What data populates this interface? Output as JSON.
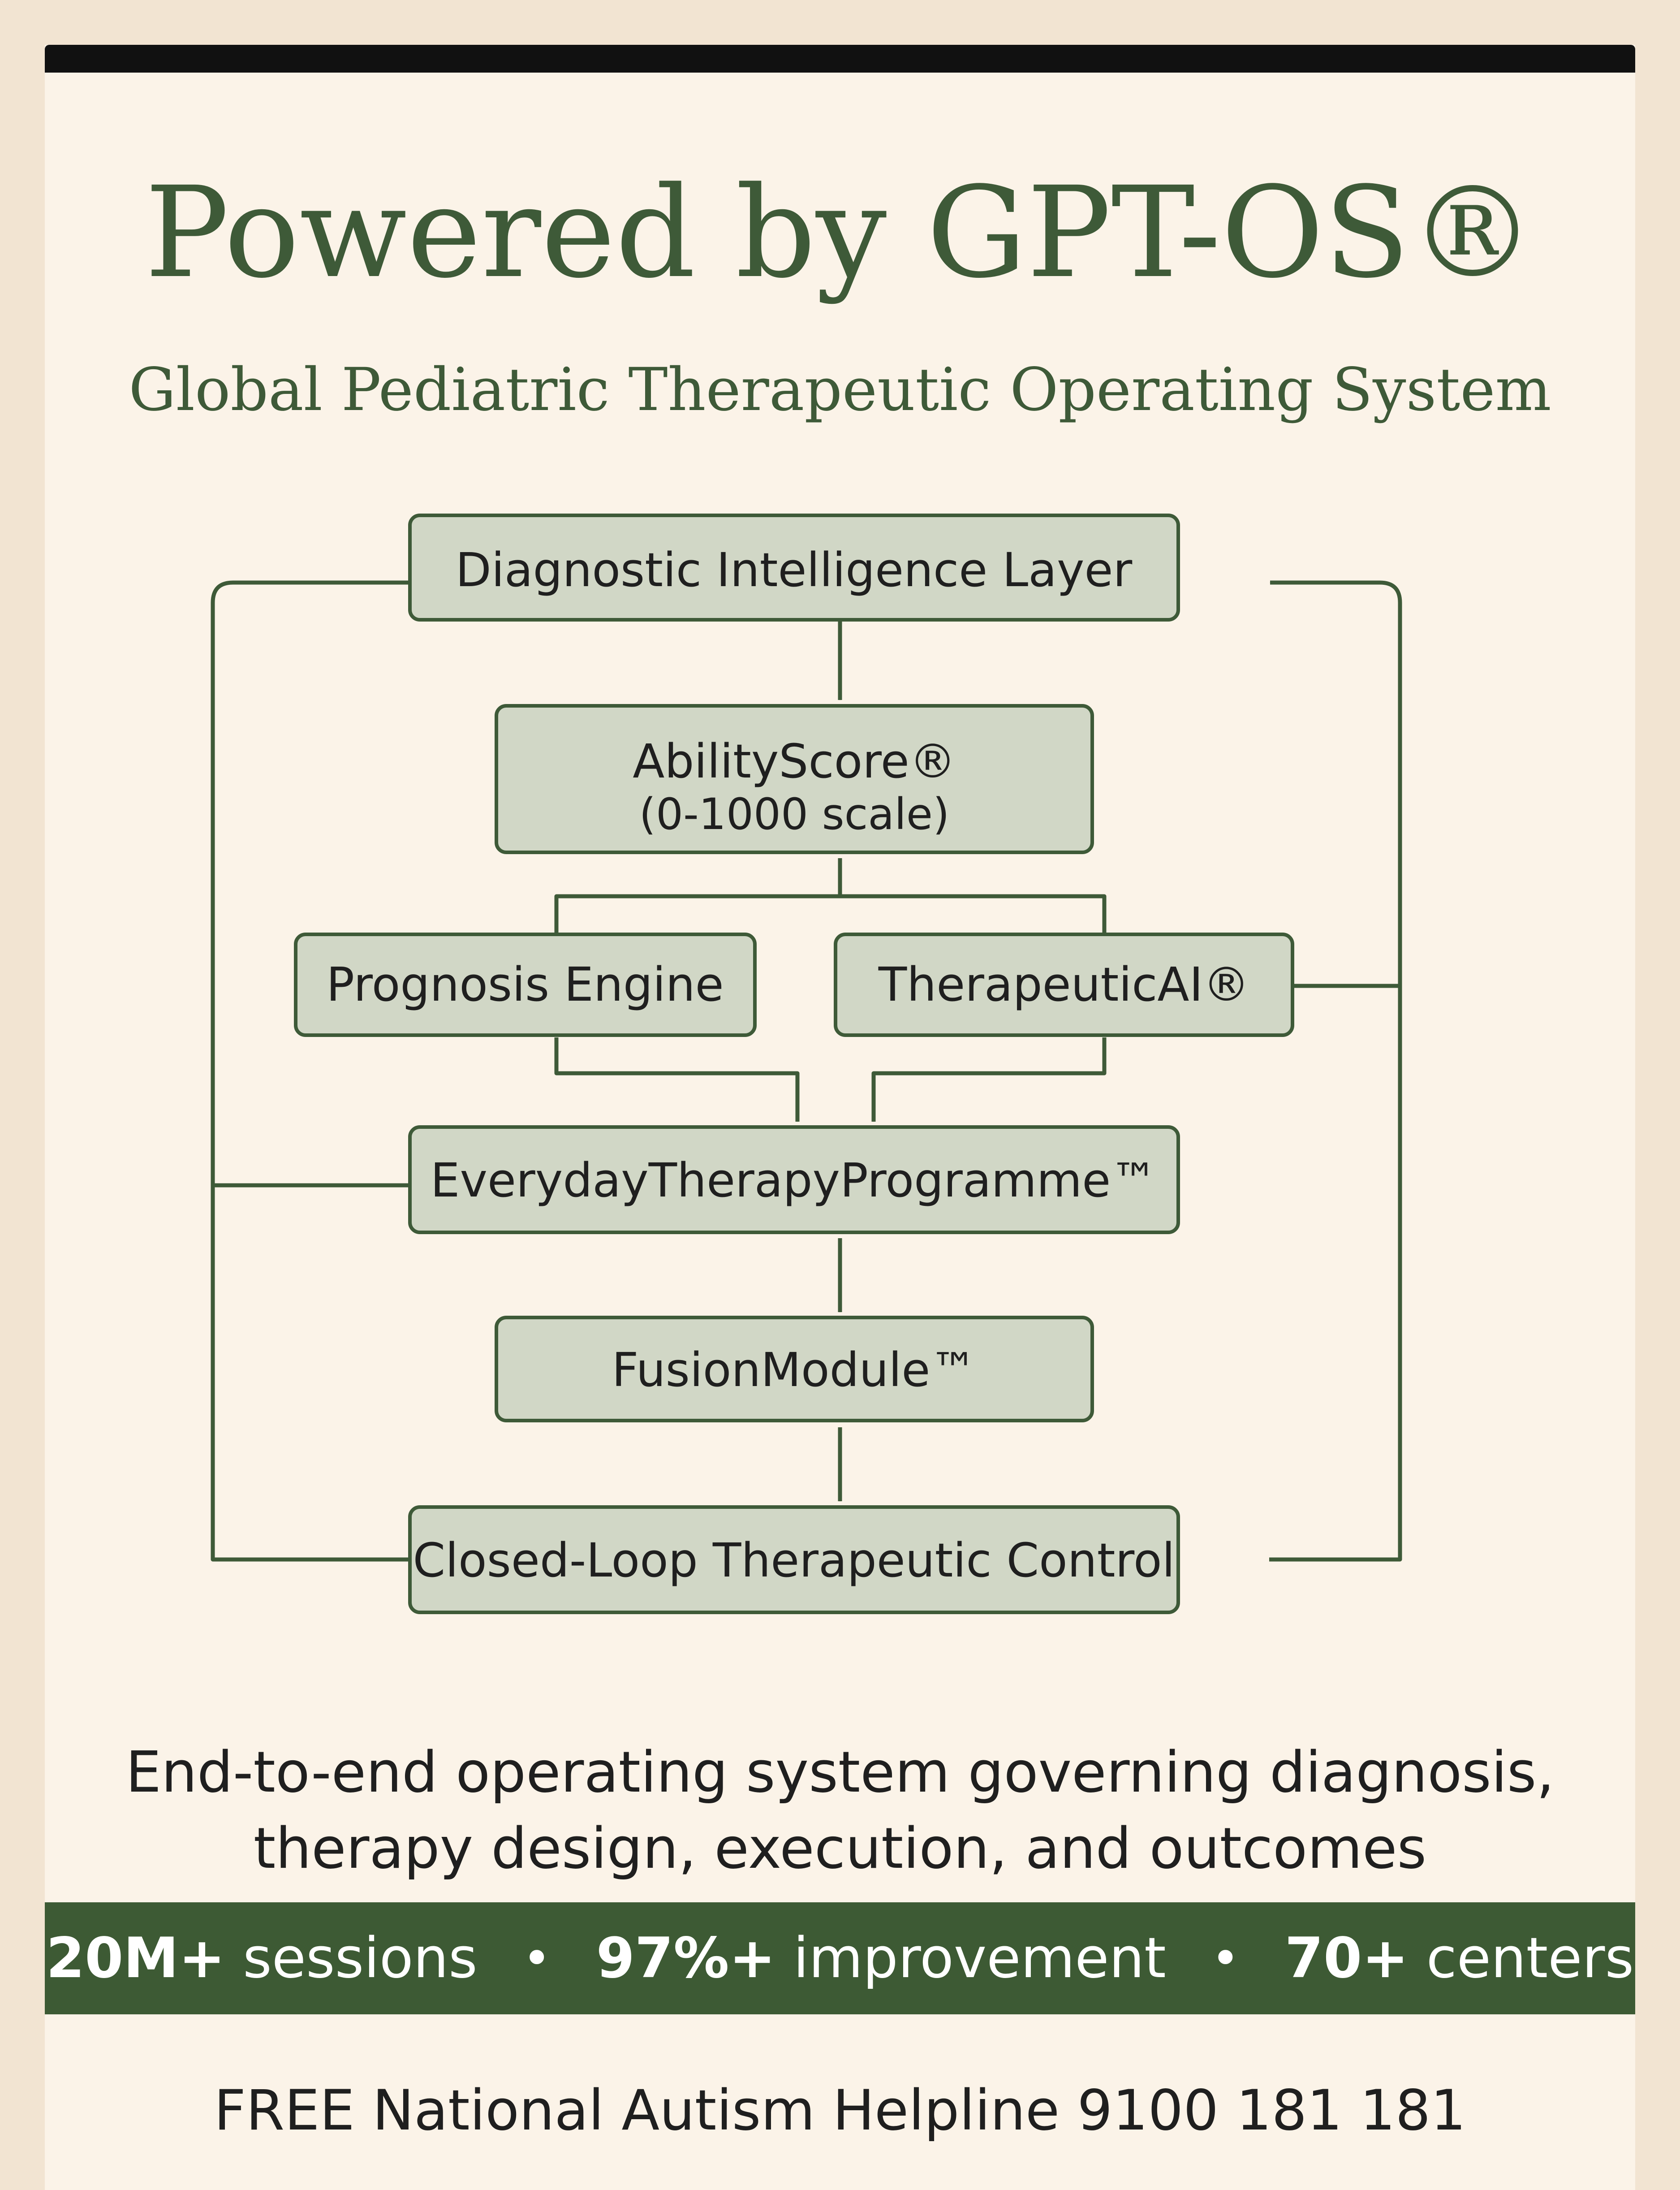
{
  "header": {
    "title": "Powered by GPT-OS®",
    "subtitle": "Global Pediatric Therapeutic Operating System"
  },
  "diagram": {
    "nodes": {
      "diagnostic_layer": "Diagnostic Intelligence Layer",
      "ability_score": "AbilityScore®",
      "ability_score_scale": "(0-1000 scale)",
      "prognosis_engine": "Prognosis Engine",
      "therapeutic_ai": "TherapeuticAI®",
      "everyday_programme": "EverydayTherapyProgramme™",
      "fusion_module": "FusionModule™",
      "closed_loop": "Closed-Loop Therapeutic Control"
    },
    "colors": {
      "node_fill": "#d1d7c6",
      "node_stroke": "#3e5a38",
      "arrow": "#3e5a38"
    }
  },
  "tagline": {
    "line1": "End-to-end operating system governing diagnosis,",
    "line2": "therapy design, execution, and outcomes"
  },
  "stats": [
    {
      "value": "20M+",
      "label": "sessions"
    },
    {
      "value": "97%+",
      "label": "improvement"
    },
    {
      "value": "70+",
      "label": "centers"
    }
  ],
  "stats_separator": "•",
  "helpline": "FREE National Autism Helpline 9100 181 181",
  "colors": {
    "page_background": "#f2e4d2",
    "card_background": "#fbf3e8",
    "title": "#3e5a38",
    "stats_bar": "#3d5a34"
  }
}
